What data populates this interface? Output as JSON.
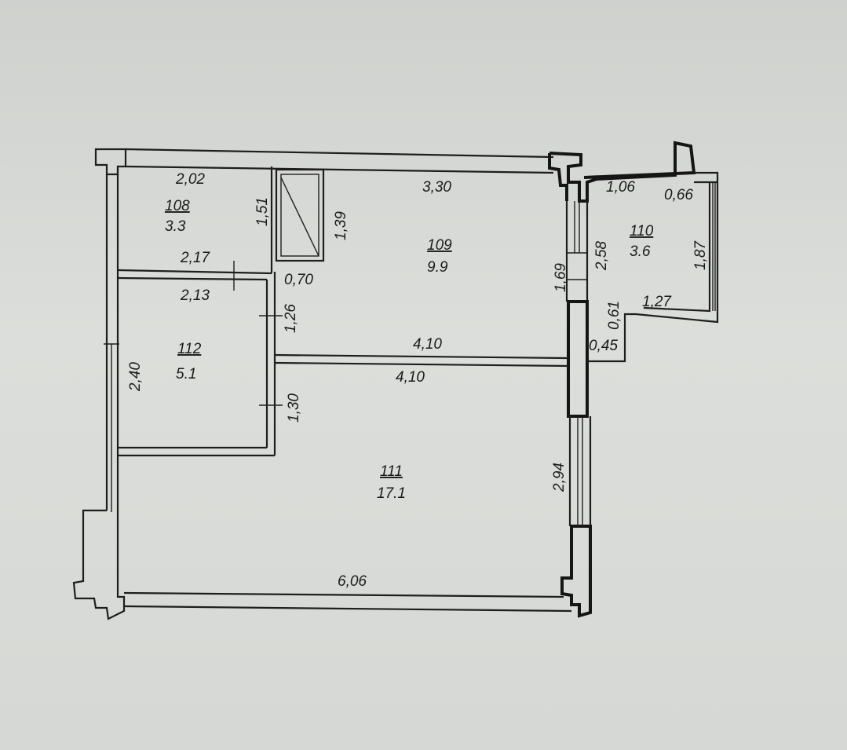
{
  "rooms": [
    {
      "number": "108",
      "area": "3.3"
    },
    {
      "number": "109",
      "area": "9.9"
    },
    {
      "number": "110",
      "area": "3.6"
    },
    {
      "number": "111",
      "area": "17.1"
    },
    {
      "number": "112",
      "area": "5.1"
    }
  ],
  "dimensions": {
    "d_2_02": "2,02",
    "d_3_30": "3,30",
    "d_1_06": "1,06",
    "d_0_66": "0,66",
    "d_1_51": "1,51",
    "d_1_39": "1,39",
    "d_2_58": "2,58",
    "d_1_87": "1,87",
    "d_2_17": "2,17",
    "d_0_70": "0,70",
    "d_1_69": "1,69",
    "d_2_13": "2,13",
    "d_1_26": "1,26",
    "d_0_61": "0,61",
    "d_1_27": "1,27",
    "d_4_10_a": "4,10",
    "d_0_45": "0,45",
    "d_2_40": "2,40",
    "d_4_10_b": "4,10",
    "d_1_30": "1,30",
    "d_2_94": "2,94",
    "d_6_06": "6,06"
  }
}
